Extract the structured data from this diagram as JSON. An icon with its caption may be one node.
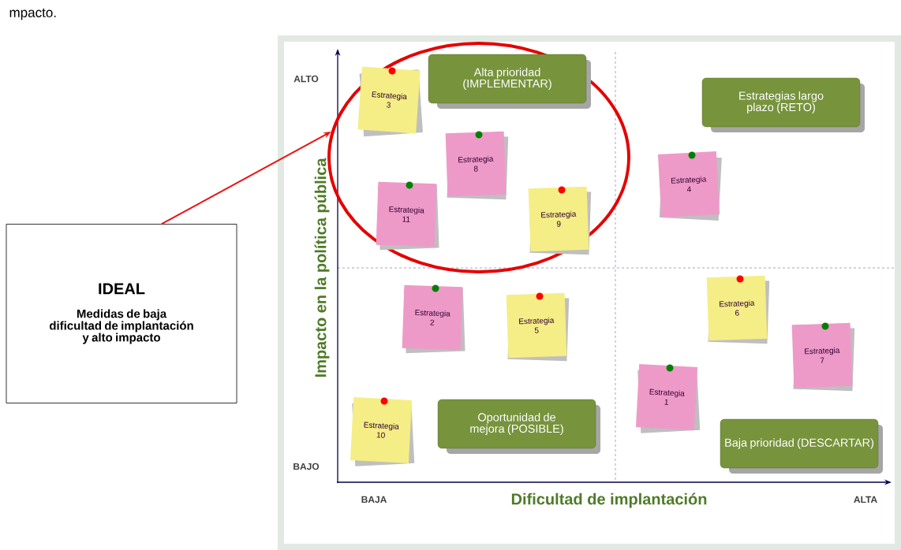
{
  "diagram": {
    "nodes": [
      {
        "text": [
          "IDEAL",
          "Medidas de baja dificultad de implantación y alto impacto"
        ]
      },
      {
        "text": [],
        "shape": "circle"
      },
      {
        "text": [
          "Alta prioridad (IMPLEMENTAR)"
        ],
        "in": 1
      },
      {
        "text": [
          "Estrategia 3"
        ],
        "in": 1
      },
      {
        "text": [
          "Estrategias largo plazo (RETO)"
        ]
      },
      {
        "text": [
          "Estrategia 8"
        ],
        "in": 1
      },
      {
        "text": [
          "Estrategia 4"
        ]
      },
      {
        "text": [
          "Estrategia 11"
        ],
        "in": 1
      },
      {
        "text": [
          "Estrategia 9"
        ],
        "in": 1
      },
      {
        "text": [
          "Estrategia 2"
        ]
      },
      {
        "text": [
          "Estrategia 5"
        ]
      },
      {
        "text": [
          "Estrategia 6"
        ]
      },
      {
        "text": [
          "Estrategia 7"
        ]
      },
      {
        "text": [
          "Estrategia 1"
        ]
      },
      {
        "text": [
          "Oportunidad de mejora (POSIBLE)"
        ]
      },
      {
        "text": [
          "Estrategia 10"
        ]
      },
      {
        "text": [
          "Baja prioridad (DESCARTAR)"
        ]
      }
    ],
    "edges": [
      {
        "from": 0,
        "to": 1,
        "arrow": "to",
        "color": "#ee1111"
      }
    ],
    "labels": [
      "mpacto.",
      "ALTO",
      "Impacto en la política pública",
      "BAJO",
      "BAJA",
      "Dificultad de implantación",
      "ALTA"
    ]
  }
}
